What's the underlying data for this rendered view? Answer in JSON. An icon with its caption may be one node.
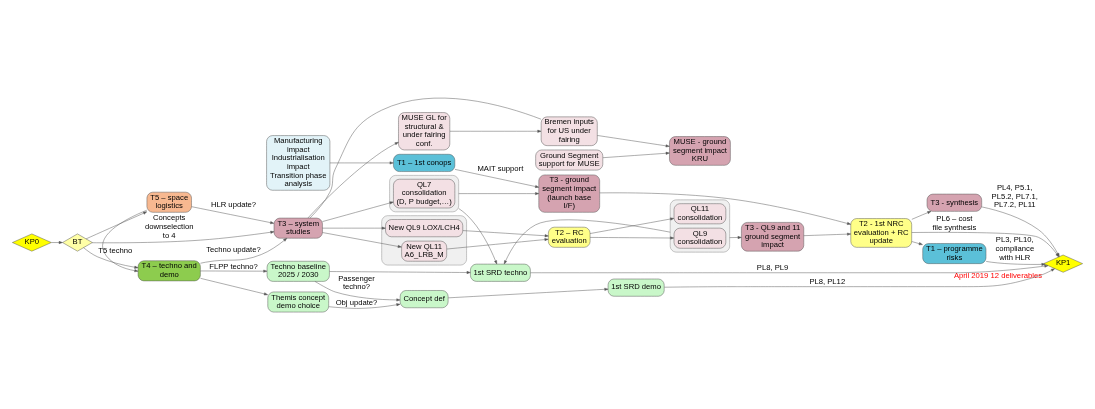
{
  "diagram": {
    "nodes": [
      {
        "text": [
          "KP0"
        ]
      },
      {
        "text": [
          "BT"
        ]
      },
      {
        "text": [
          "T5 – space logistics"
        ]
      },
      {
        "text": [
          "T4 – techno and demo"
        ]
      },
      {
        "text": [
          "T3 – system studies"
        ]
      },
      {
        "text": [
          "Bremen inputs for US under fairing"
        ]
      },
      {
        "text": [
          "MUSE GL for structural & under fairing conf."
        ]
      },
      {
        "text": [
          "Ground Segment support for MUSE"
        ]
      },
      {
        "text": [
          "MUSE - ground segment impact KRU"
        ]
      },
      {
        "text": [],
        "shape": "box"
      },
      {
        "text": [
          "QL7 consolidation (D, P budget,…)"
        ],
        "in": 9
      },
      {
        "text": [],
        "shape": "box"
      },
      {
        "text": [
          "New QL9 LOX/LCH4"
        ],
        "in": 11
      },
      {
        "text": [
          "New QL11 A6_LRB_M"
        ],
        "in": 11
      },
      {
        "text": [
          "T2 – RC evaluation"
        ]
      },
      {
        "text": [],
        "shape": "box"
      },
      {
        "text": [
          "QL9 consolidation"
        ],
        "in": 15
      },
      {
        "text": [
          "QL11 consolidation"
        ],
        "in": 15
      },
      {
        "text": [
          "T3 - QL9 and 11 ground segment impact"
        ]
      },
      {
        "text": [
          "T1 – 1st conops"
        ]
      },
      {
        "text": [
          "Manufacturing impact",
          "Industrialisation impact",
          "Transition phase analysis"
        ]
      },
      {
        "text": [
          "T3 - ground segment impact",
          "(launch base I/F)"
        ]
      },
      {
        "text": [
          "T2 - 1st NRC evaluation + RC update"
        ]
      },
      {
        "text": [
          "T1 – programme risks"
        ]
      },
      {
        "text": [
          "T3 - synthesis"
        ]
      },
      {
        "text": [
          "KP1"
        ],
        "beside": [
          "April 2019 12 deliverables"
        ]
      },
      {
        "text": [
          "Techno baseline 2025 / 2030"
        ]
      },
      {
        "text": [
          "1st SRD techno"
        ]
      },
      {
        "text": [
          "Themis concept demo choice"
        ]
      },
      {
        "text": [
          "Concept def"
        ]
      },
      {
        "text": [
          "1st SRD demo"
        ]
      }
    ],
    "edges": [
      {
        "from": 0,
        "to": 1,
        "arrow": "to"
      },
      {
        "from": 1,
        "to": 4,
        "arrow": "to",
        "label": "Concepts downselection to 4"
      },
      {
        "from": 1,
        "to": 2,
        "arrow": "to"
      },
      {
        "from": 1,
        "to": 3,
        "arrow": "to"
      },
      {
        "from": 2,
        "to": 3,
        "arrow": "to",
        "label": "T5 techno"
      },
      {
        "from": 2,
        "to": 4,
        "arrow": "to",
        "label": "HLR update?"
      },
      {
        "from": 3,
        "to": 4,
        "arrow": "to",
        "label": "Techno update?"
      },
      {
        "from": 4,
        "to": 5,
        "arrow": "none"
      },
      {
        "from": 4,
        "to": 6,
        "arrow": "to"
      },
      {
        "from": 6,
        "to": 5,
        "arrow": "to"
      },
      {
        "from": 5,
        "to": 8,
        "arrow": "to"
      },
      {
        "from": 7,
        "to": 8,
        "arrow": "to"
      },
      {
        "from": 4,
        "to": 10,
        "arrow": "to"
      },
      {
        "from": 4,
        "to": 12,
        "arrow": "to"
      },
      {
        "from": 4,
        "to": 13,
        "arrow": "to"
      },
      {
        "from": 12,
        "to": 14,
        "arrow": "to"
      },
      {
        "from": 13,
        "to": 14,
        "arrow": "to"
      },
      {
        "from": 9,
        "to": 21,
        "arrow": "to"
      },
      {
        "from": 9,
        "to": 27,
        "arrow": "to"
      },
      {
        "from": 14,
        "to": 16,
        "arrow": "to"
      },
      {
        "from": 14,
        "to": 17,
        "arrow": "to"
      },
      {
        "from": 15,
        "to": 18,
        "arrow": "to"
      },
      {
        "from": 15,
        "to": 27,
        "arrow": "to"
      },
      {
        "from": 18,
        "to": 22,
        "arrow": "to"
      },
      {
        "from": 20,
        "to": 19,
        "arrow": "to"
      },
      {
        "from": 19,
        "to": 21,
        "arrow": "to",
        "label": "MAIT support"
      },
      {
        "from": 21,
        "to": 22,
        "arrow": "to"
      },
      {
        "from": 22,
        "to": 23,
        "arrow": "to"
      },
      {
        "from": 22,
        "to": 24,
        "arrow": "to"
      },
      {
        "from": 22,
        "to": 25,
        "arrow": "to",
        "label": "PL6 – cost file synthesis"
      },
      {
        "from": 23,
        "to": 25,
        "arrow": "to",
        "label": "PL3, PL10, compliance with HLR"
      },
      {
        "from": 24,
        "to": 25,
        "arrow": "to",
        "label": "PL4, P5.1, PL5.2, PL7.1, PL7.2, PL11"
      },
      {
        "from": 3,
        "to": 26,
        "arrow": "to",
        "label": "FLPP techno?"
      },
      {
        "from": 3,
        "to": 28,
        "arrow": "to"
      },
      {
        "from": 26,
        "to": 27,
        "arrow": "to"
      },
      {
        "from": 26,
        "to": 29,
        "arrow": "to",
        "label": "Passenger techno?"
      },
      {
        "from": 28,
        "to": 29,
        "arrow": "to",
        "label": "Obj update?"
      },
      {
        "from": 27,
        "to": 25,
        "arrow": "to",
        "label": "PL8, PL9"
      },
      {
        "from": 29,
        "to": 30,
        "arrow": "to"
      },
      {
        "from": 30,
        "to": 25,
        "arrow": "to",
        "label": "PL8, PL12"
      }
    ]
  }
}
